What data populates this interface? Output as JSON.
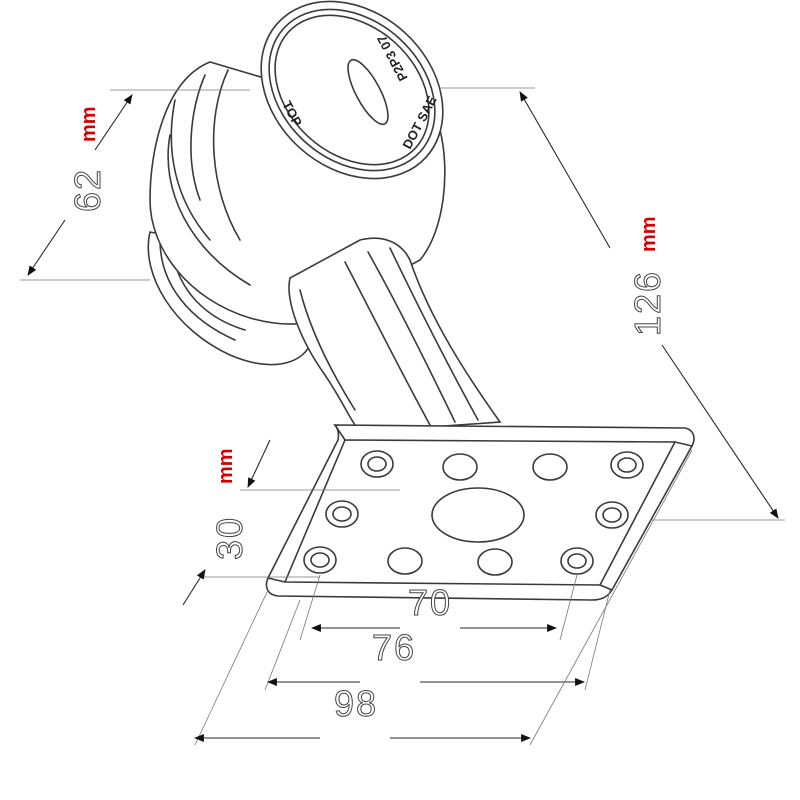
{
  "diagram": {
    "unit_label": "mm",
    "unit_color": "#d40000",
    "line_color": "#3a3a3a",
    "dimensions": {
      "cap_height": "62",
      "overall_height": "126",
      "hole_spacing_vertical": "30",
      "hole_spacing_inner": "70",
      "hole_spacing_outer": "76",
      "plate_width": "98"
    },
    "cap_markings": {
      "top": "TOP",
      "dot_sae": "DOT SAE",
      "code": "P2P3 07"
    }
  }
}
